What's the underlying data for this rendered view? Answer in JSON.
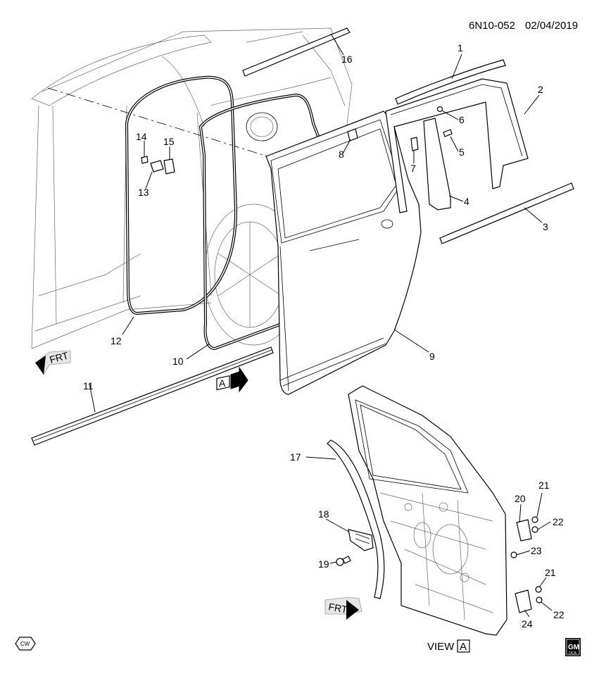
{
  "header": {
    "diagram_id": "6N10-052",
    "date": "02/04/2019"
  },
  "view_label": "VIEW",
  "view_ref": "A",
  "arrow_ref": "A",
  "frt_label": "FRT",
  "badge_cw": "CW",
  "logo_gm": "GM",
  "logo_sub": "OCA",
  "callouts": [
    "1",
    "2",
    "3",
    "4",
    "5",
    "6",
    "7",
    "8",
    "9",
    "10",
    "11",
    "12",
    "13",
    "14",
    "15",
    "16",
    "17",
    "18",
    "19",
    "20",
    "21",
    "22",
    "23",
    "21",
    "22",
    "24"
  ]
}
